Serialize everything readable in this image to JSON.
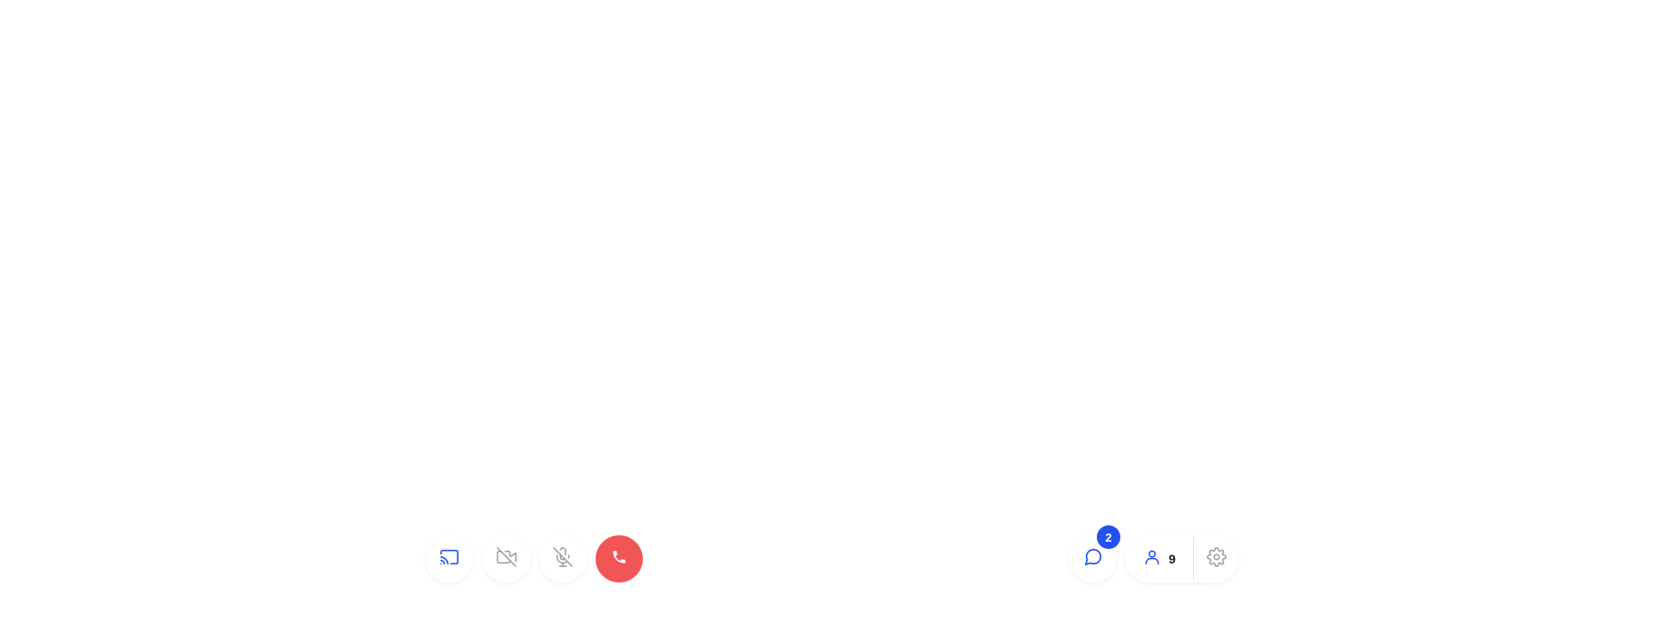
{
  "controls": {
    "share_screen": {
      "icon": "cast-icon",
      "color": "#2450f0"
    },
    "camera": {
      "icon": "video-off-icon",
      "state": "off",
      "color": "#9a9a9a"
    },
    "microphone": {
      "icon": "mic-off-icon",
      "state": "muted",
      "color": "#9a9a9a"
    },
    "hang_up": {
      "icon": "phone-icon",
      "color": "#f25555"
    }
  },
  "chat": {
    "icon": "message-icon",
    "unread_count": "2",
    "color": "#2450f0",
    "badge_color": "#2450f0"
  },
  "participants": {
    "icon": "user-icon",
    "count": "9",
    "color": "#2450f0"
  },
  "settings": {
    "icon": "gear-icon",
    "color": "#9a9a9a"
  }
}
